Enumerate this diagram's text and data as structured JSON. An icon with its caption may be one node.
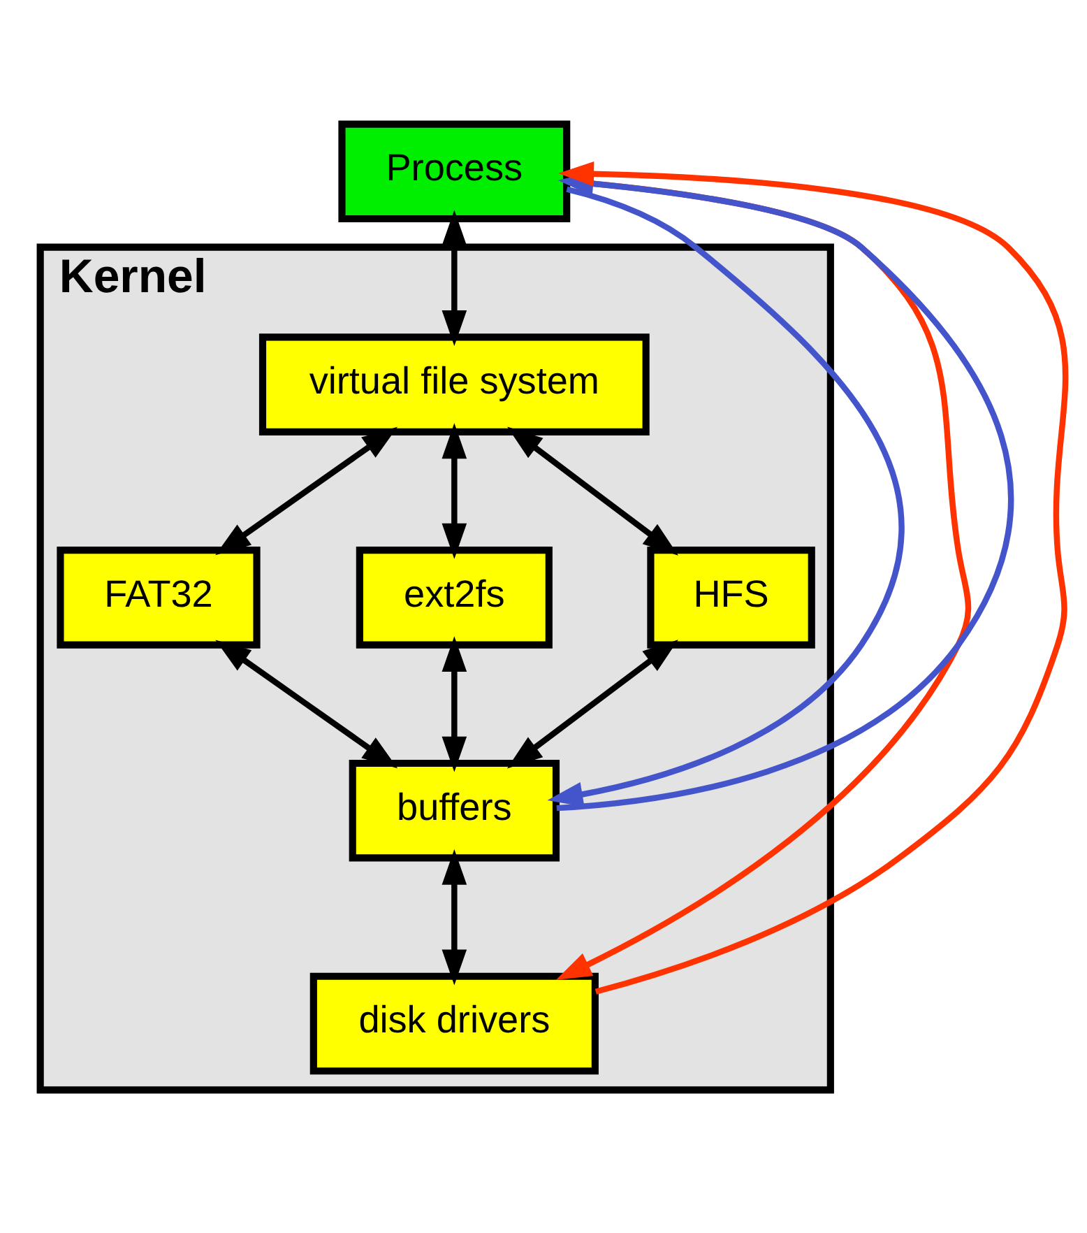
{
  "diagram": {
    "nodes": [
      {
        "text": [
          "Process"
        ]
      },
      {
        "text": [
          "Kernel"
        ]
      },
      {
        "text": [
          "virtual file system"
        ],
        "in": 1
      },
      {
        "text": [
          "FAT32"
        ],
        "in": 1
      },
      {
        "text": [
          "ext2fs"
        ],
        "in": 1
      },
      {
        "text": [
          "HFS"
        ],
        "in": 1
      },
      {
        "text": [
          "buffers"
        ],
        "in": 1
      },
      {
        "text": [
          "disk drivers"
        ],
        "in": 1
      }
    ],
    "edges": [
      {
        "from": 0,
        "to": 2,
        "arrow": "both"
      },
      {
        "from": 2,
        "to": 3,
        "arrow": "both"
      },
      {
        "from": 2,
        "to": 4,
        "arrow": "both"
      },
      {
        "from": 2,
        "to": 5,
        "arrow": "both"
      },
      {
        "from": 3,
        "to": 6,
        "arrow": "both"
      },
      {
        "from": 4,
        "to": 6,
        "arrow": "both"
      },
      {
        "from": 5,
        "to": 6,
        "arrow": "both"
      },
      {
        "from": 6,
        "to": 7,
        "arrow": "both"
      },
      {
        "from": 0,
        "to": 7,
        "arrow": "to",
        "color": "#ff3300"
      },
      {
        "from": 7,
        "to": 0,
        "arrow": "to",
        "color": "#ff3300"
      },
      {
        "from": 0,
        "to": 6,
        "arrow": "to",
        "color": "#4455cc"
      },
      {
        "from": 6,
        "to": 0,
        "arrow": "to",
        "color": "#4455cc"
      }
    ]
  }
}
